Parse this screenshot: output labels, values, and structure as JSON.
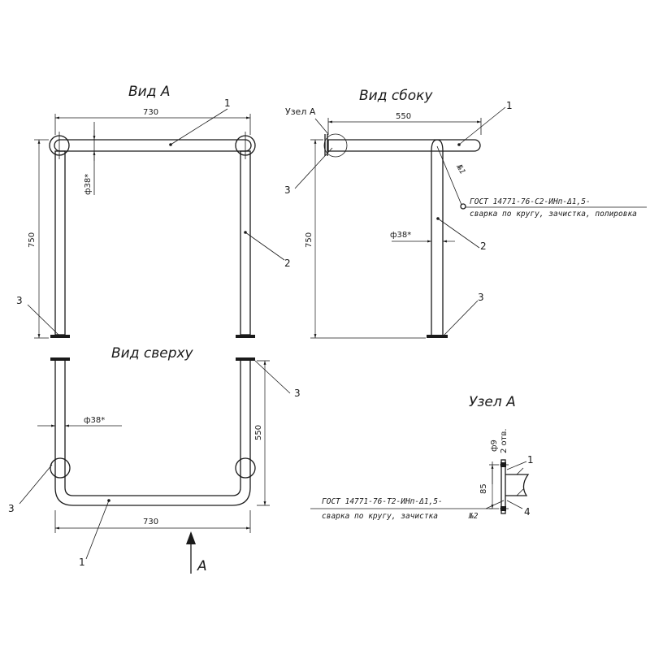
{
  "views": {
    "front": {
      "title": "Вид А",
      "width": "730",
      "height": "750",
      "diameter": "ф38*"
    },
    "side": {
      "title": "Вид сбоку",
      "width": "550",
      "height": "750",
      "diameter": "ф38*",
      "node_ref": "Узел А",
      "weld_mark": "№1"
    },
    "top": {
      "title": "Вид сверху",
      "width": "730",
      "depth": "550",
      "diameter": "ф38*",
      "arrow_label": "А"
    },
    "node": {
      "title": "Узел А",
      "hole": "ф9",
      "holes_count": "2 отв.",
      "size": "85",
      "weld_mark": "№2"
    }
  },
  "weld_notes": {
    "side_line1": "ГОСТ 14771-76-С2-ИНп-Δ1,5-",
    "side_line2": "сварка по кругу, зачистка, полировка",
    "node_line1": "ГОСТ 14771-76-Т2-ИНп-Δ1,5-",
    "node_line2": "сварка по кругу, зачистка"
  },
  "callouts": {
    "one": "1",
    "two": "2",
    "three": "3",
    "four": "4"
  }
}
